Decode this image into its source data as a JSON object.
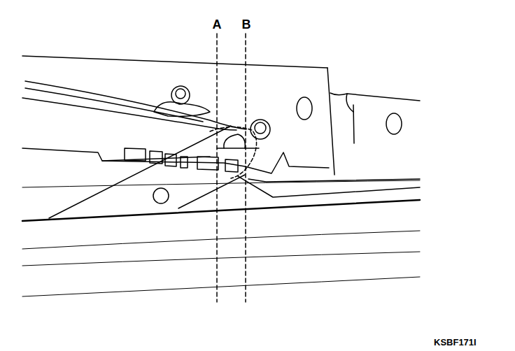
{
  "diagram": {
    "labels": [
      "A",
      "B",
      "KSBF171I"
    ]
  }
}
